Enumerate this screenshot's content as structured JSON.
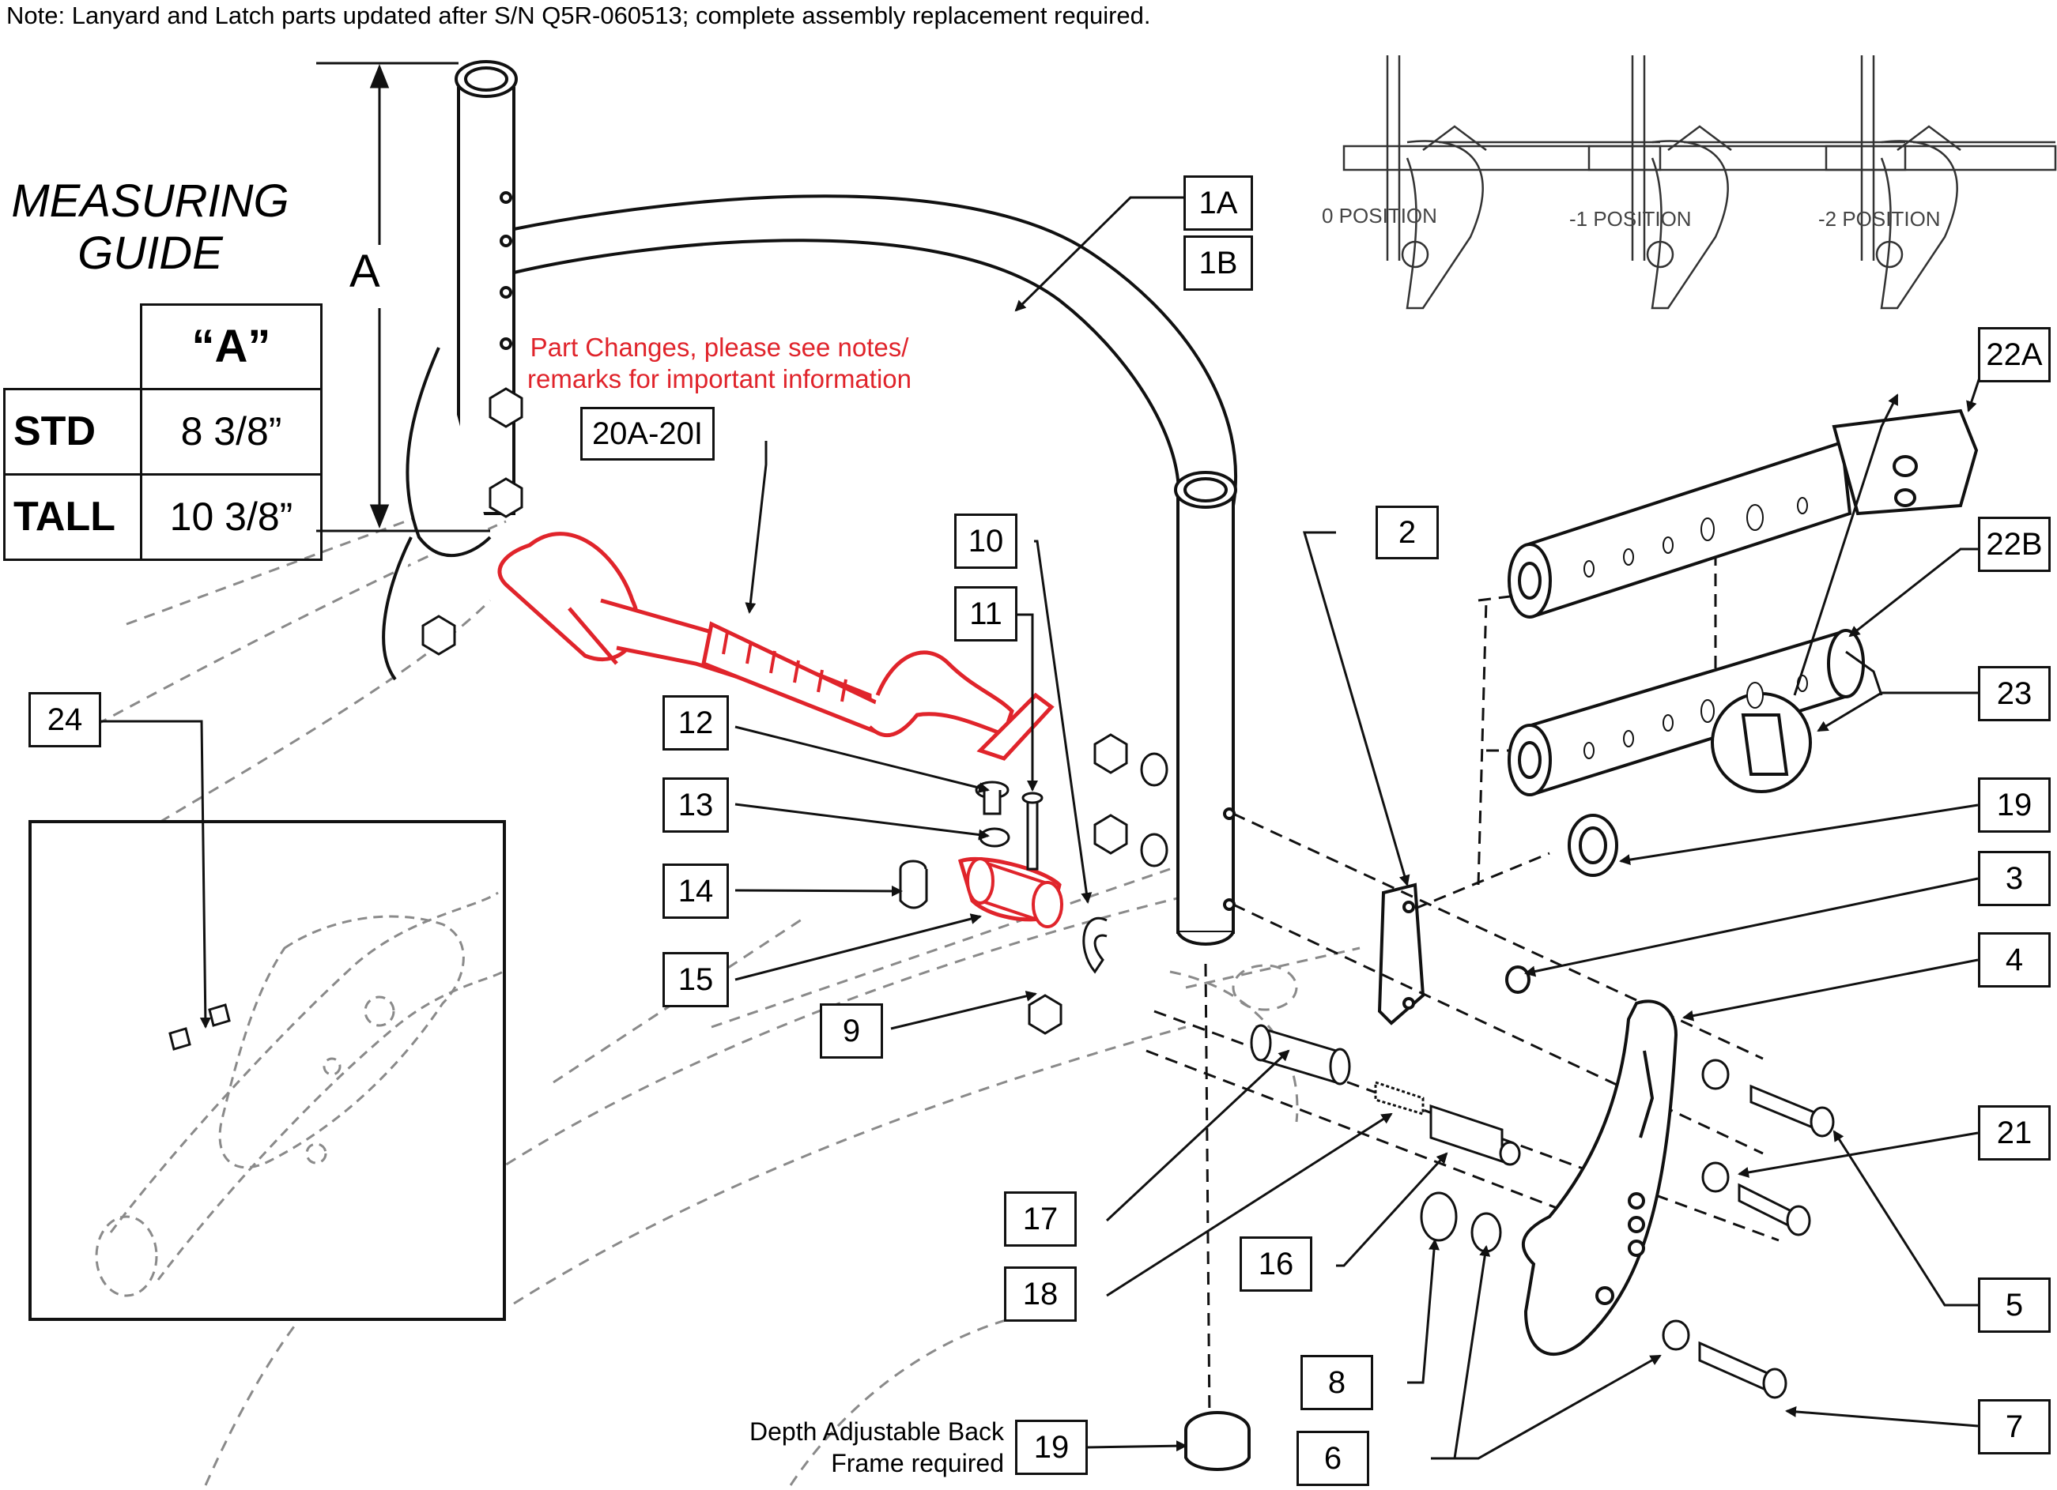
{
  "note": "Note: Lanyard and Latch parts updated after S/N Q5R-060513; complete assembly replacement required.",
  "measuring_guide": {
    "title_line1": "MEASURING",
    "title_line2": "GUIDE",
    "column_header": "“A”",
    "rows": [
      {
        "label": "STD",
        "value": "8 3/8”"
      },
      {
        "label": "TALL",
        "value": "10 3/8”"
      }
    ]
  },
  "dimension_label": "A",
  "red_notice": {
    "line1": "Part Changes, please see notes/",
    "line2": "remarks for important information"
  },
  "position_labels": [
    "0 POSITION",
    "-1 POSITION",
    "-2 POSITION"
  ],
  "callouts": [
    "1A",
    "1B",
    "20A-20I",
    "10",
    "11",
    "12",
    "13",
    "14",
    "15",
    "9",
    "2",
    "22A",
    "22B",
    "23",
    "19",
    "3",
    "4",
    "21",
    "5",
    "7",
    "6",
    "8",
    "16",
    "17",
    "18",
    "19",
    "24"
  ],
  "footnote": {
    "line1": "Depth Adjustable Back",
    "line2": "Frame required"
  },
  "colors": {
    "highlight": "#e0242b",
    "line": "#111111",
    "dashed": "#888888"
  }
}
